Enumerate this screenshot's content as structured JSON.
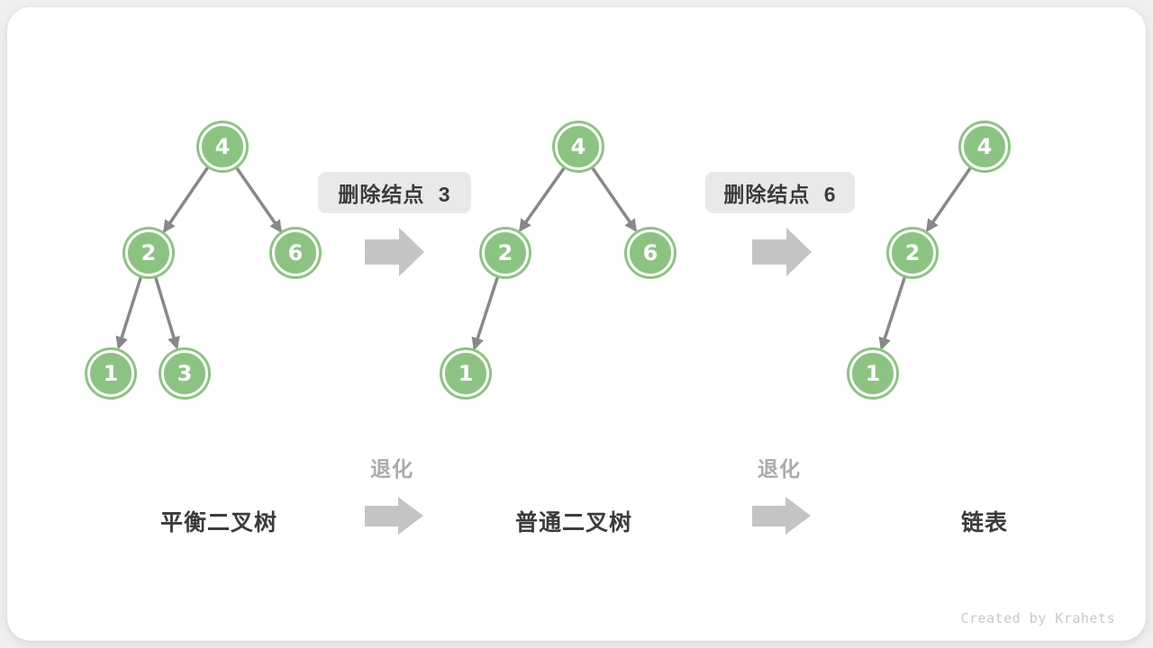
{
  "colors": {
    "background": "#EFEFEF",
    "card": "#FFFFFF",
    "node_fill": "#8CC382",
    "node_text": "#FFFFFF",
    "edge_gray": "#888888",
    "block_arrow_gray": "#C4C4C4",
    "step_box_bg": "#E9E9E9",
    "text_dark": "#3B3B3B",
    "text_muted": "#ABABAB",
    "watermark_gray": "#C9C9C9"
  },
  "steps": [
    {
      "label": "删除结点 3"
    },
    {
      "label": "删除结点 6"
    }
  ],
  "transition_label": "退化",
  "stages": [
    {
      "name": "平衡二叉树"
    },
    {
      "name": "普通二叉树"
    },
    {
      "name": "链表"
    }
  ],
  "trees": [
    {
      "nodes": [
        {
          "value": "4"
        },
        {
          "value": "2"
        },
        {
          "value": "6"
        },
        {
          "value": "1"
        },
        {
          "value": "3"
        }
      ]
    },
    {
      "nodes": [
        {
          "value": "4"
        },
        {
          "value": "2"
        },
        {
          "value": "6"
        },
        {
          "value": "1"
        }
      ]
    },
    {
      "nodes": [
        {
          "value": "4"
        },
        {
          "value": "2"
        },
        {
          "value": "1"
        }
      ]
    }
  ],
  "watermark": "Created by Krahets"
}
